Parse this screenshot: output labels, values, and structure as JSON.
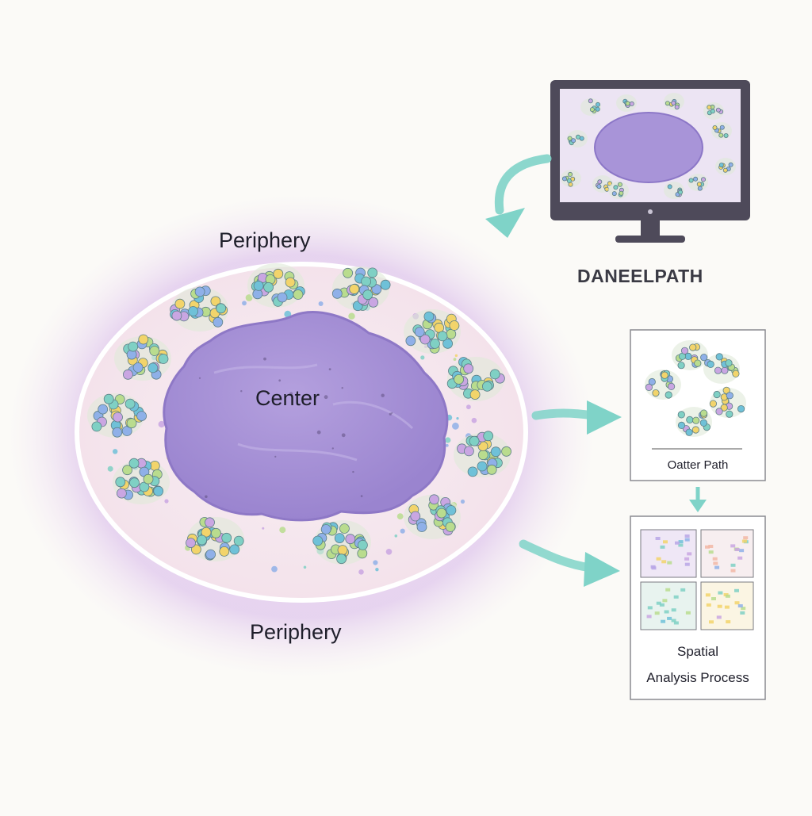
{
  "labels": {
    "periphery_top": "Periphery",
    "periphery_bottom": "Periphery",
    "center": "Center",
    "software": "DANEELPATH",
    "panel_outer_path": "Oatter Path",
    "panel_spatial_line1": "Spatial",
    "panel_spatial_line2": "Analysis Process"
  },
  "colors": {
    "background": "#fbfaf7",
    "halo": "#e7d3ee",
    "dish_fill": "#f6e9ef",
    "dish_rim": "#ffffff",
    "center_core": "#a792d6",
    "center_core_edge": "#8e78c6",
    "cluster_palette": [
      "#7fd0c4",
      "#b9dc8e",
      "#f2d46b",
      "#8fb0e8",
      "#c9a6e2",
      "#6fc1d8"
    ],
    "arrow": "#7fd3c8",
    "monitor_frame": "#4e4a5a",
    "panel_border": "#8a8a90"
  },
  "icons": {
    "monitor": "monitor-icon",
    "arrows": "curved-arrow-icon"
  }
}
